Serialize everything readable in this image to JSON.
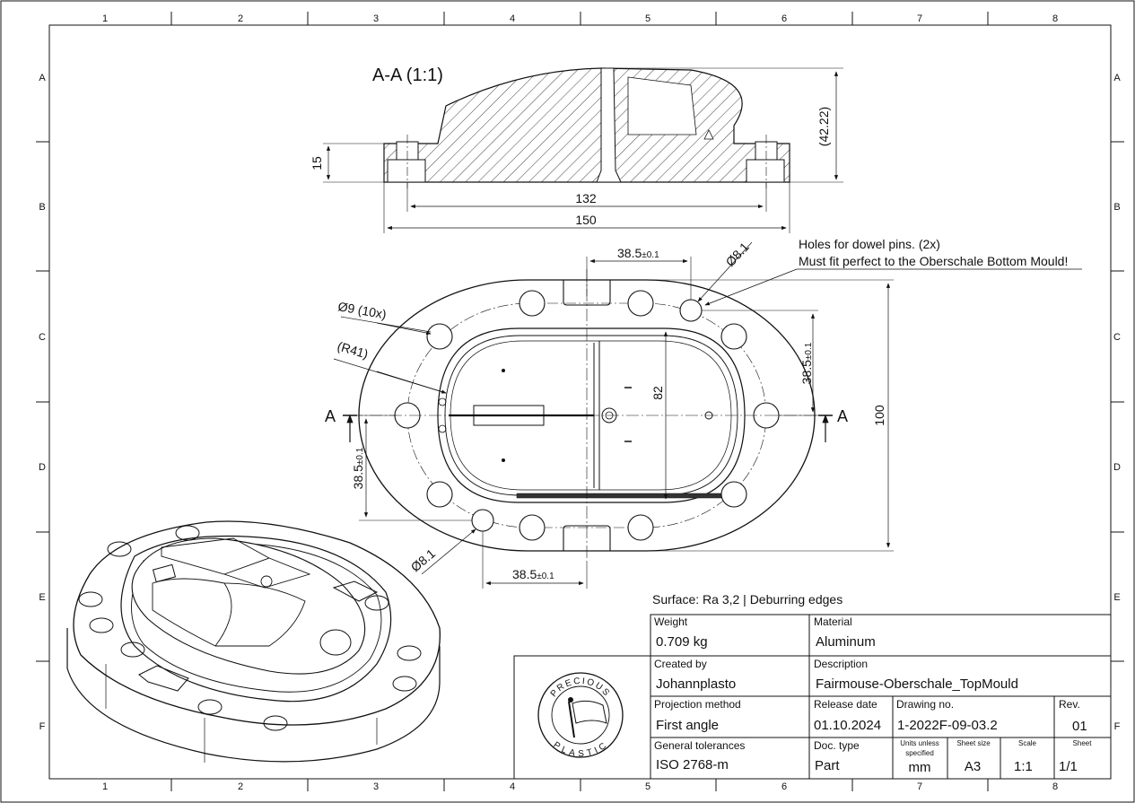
{
  "zones": {
    "columns": [
      "1",
      "2",
      "3",
      "4",
      "5",
      "6",
      "7",
      "8"
    ],
    "rows": [
      "A",
      "B",
      "C",
      "D",
      "E",
      "F"
    ]
  },
  "section": {
    "title": "A-A (1:1)",
    "dim_height": "15",
    "dim_total_height": "(42.22)",
    "dim_pin_spacing": "132",
    "dim_width": "150"
  },
  "top_view": {
    "dim_top_offset": "38.5",
    "dim_top_offset_tol": "±0.1",
    "dim_right_offset": "38.5",
    "dim_right_offset_tol": "±0.1",
    "dim_left_offset": "38.5",
    "dim_left_offset_tol": "±0.1",
    "dim_bottom_offset": "38.5",
    "dim_bottom_offset_tol": "±0.1",
    "dim_pin_dia_top": "Ø8.1",
    "dim_pin_dia_bottom": "Ø8.1",
    "dim_holes": "Ø9 (10x)",
    "dim_radius": "(R41)",
    "dim_cavity": "82",
    "dim_height": "100",
    "section_label_left": "A",
    "section_label_right": "A",
    "note_line1": "Holes for dowel pins. (2x)",
    "note_line2": "Must fit perfect to the Oberschale Bottom Mould!"
  },
  "surface_note": "Surface: Ra 3,2 | Deburring edges",
  "title_block": {
    "weight_label": "Weight",
    "weight_value": "0.709 kg",
    "material_label": "Material",
    "material_value": "Aluminum",
    "created_label": "Created by",
    "created_value": "Johannplasto",
    "description_label": "Description",
    "description_value": "Fairmouse-Oberschale_TopMould",
    "projection_label": "Projection method",
    "projection_value": "First angle",
    "release_label": "Release date",
    "release_value": "01.10.2024",
    "drawing_no_label": "Drawing no.",
    "drawing_no_value": "1-2022F-09-03.2",
    "rev_label": "Rev.",
    "rev_value": "01",
    "tolerance_label": "General tolerances",
    "tolerance_value": "ISO 2768-m",
    "doc_type_label": "Doc. type",
    "doc_type_value": "Part",
    "units_label_1": "Units unless",
    "units_label_2": "specified",
    "units_value": "mm",
    "sheet_size_label": "Sheet size",
    "sheet_size_value": "A3",
    "scale_label": "Scale",
    "scale_value": "1:1",
    "sheet_label": "Sheet",
    "sheet_value": "1/1",
    "logo_top": "PRECIOUS",
    "logo_bottom": "PLASTIC"
  }
}
